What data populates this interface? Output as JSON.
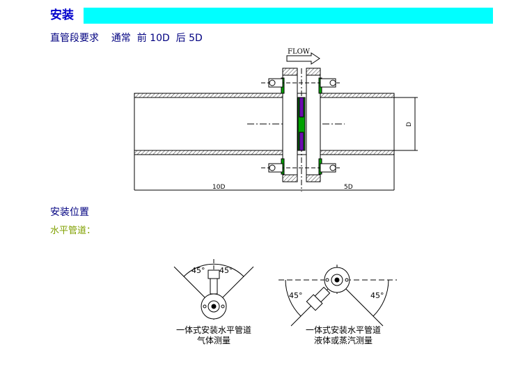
{
  "section": {
    "title": "安装"
  },
  "requirements": {
    "label": "直管段要求",
    "usual": "通常",
    "front": "前 10D",
    "rear": "后 5D"
  },
  "diagram": {
    "flow_label": "FLOW",
    "dim_upstream": "10D",
    "dim_downstream": "5D",
    "dim_diameter": "D"
  },
  "position": {
    "title": "安装位置",
    "horizontal": "水平管道："
  },
  "figure_left": {
    "angle_left": "45°",
    "angle_right": "45°",
    "caption_line1": "一体式安装水平管道",
    "caption_line2": "气体测量"
  },
  "figure_right": {
    "angle_left": "45°",
    "angle_right": "45°",
    "caption_line1": "一体式安装水平管道",
    "caption_line2": "液体或蒸汽测量"
  },
  "colors": {
    "title_bar": "#00ffff",
    "title_text": "#0000cc",
    "accent_green": "#00a000",
    "accent_purple": "#6a0dad"
  }
}
